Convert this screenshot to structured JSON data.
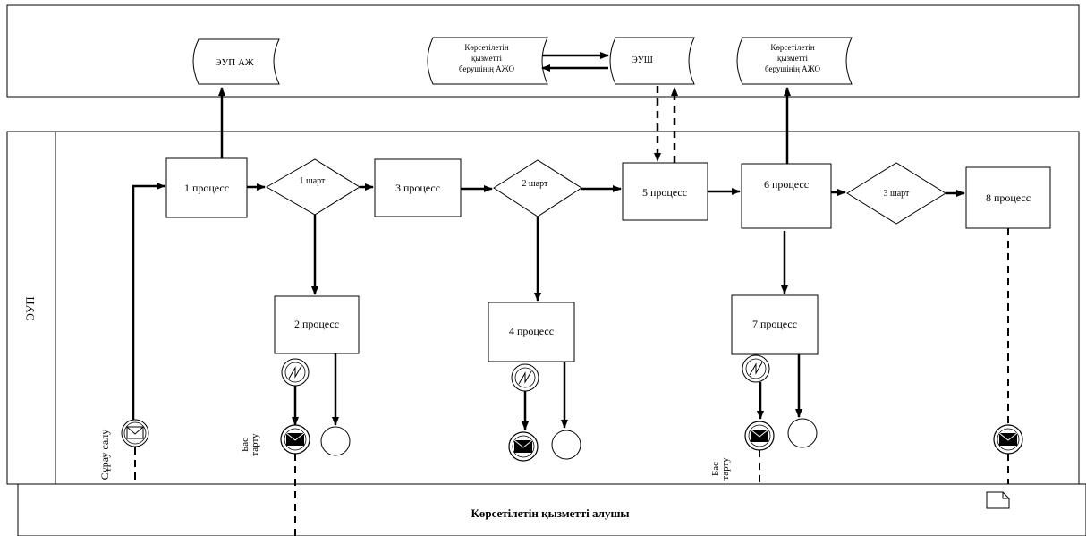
{
  "systems": {
    "eup_aj": "ЭУП АЖ",
    "provider_ajo_1": [
      "Көрсетілетін",
      "қызметті",
      "берушінің АЖО"
    ],
    "eush": "ЭУШ",
    "provider_ajo_2": [
      "Көрсетілетін",
      "қызметті",
      "берушінің АЖО"
    ]
  },
  "lane": {
    "label": "ЭУП"
  },
  "processes": {
    "p1": "1 процесс",
    "p2": "2 процесс",
    "p3": "3 процесс",
    "p4": "4 процесс",
    "p5": "5 процесс",
    "p6": "6 процесс",
    "p7": "7 процесс",
    "p8": "8 процесс"
  },
  "conditions": {
    "c1": "1 шарт",
    "c2": "2 шарт",
    "c3": "3 шарт"
  },
  "events": {
    "request": "Сұрау салу",
    "refusal_1": [
      "Бас",
      "тарту"
    ],
    "refusal_2": [
      "Бас",
      "тарту"
    ]
  },
  "recipient": {
    "label": "Көрсетілетін қызметті алушы"
  }
}
